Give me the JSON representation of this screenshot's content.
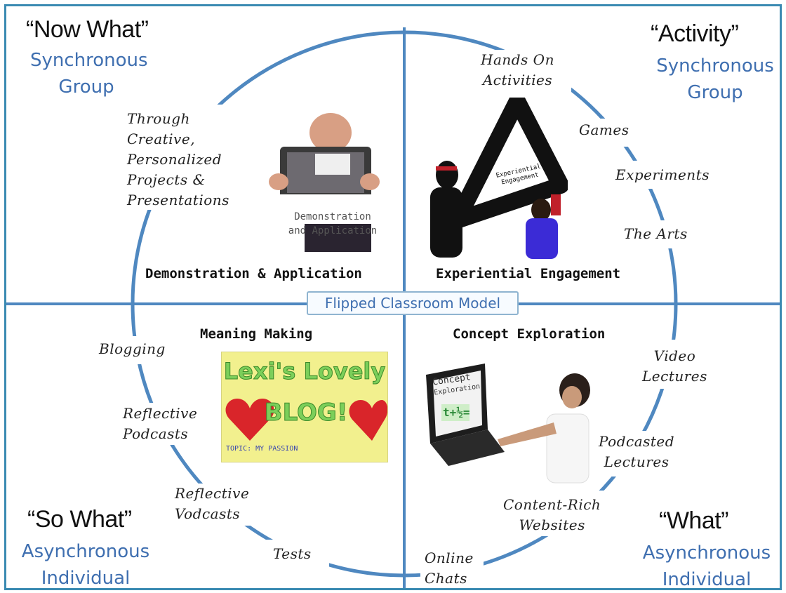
{
  "title": "Flipped Classroom Model",
  "quadrants": {
    "now_what": {
      "quote": "“Now What”",
      "mode_line1": "Synchronous",
      "mode_line2": "Group",
      "phase": "Demonstration & Application",
      "items": [
        "Through",
        "Creative,",
        "Personalized",
        "Projects &",
        "Presentations"
      ],
      "photo_caption": [
        "Demonstration",
        "and Application"
      ]
    },
    "activity": {
      "quote": "“Activity”",
      "mode_line1": "Synchronous",
      "mode_line2": "Group",
      "phase": "Experiential Engagement",
      "items": {
        "hands_on_1": "Hands On",
        "hands_on_2": "Activities",
        "games": "Games",
        "experiments": "Experiments",
        "arts": "The Arts"
      },
      "triangle_label": [
        "Experiential",
        "Engagement"
      ]
    },
    "so_what": {
      "quote": "“So What”",
      "mode_line1": "Asynchronous",
      "mode_line2": "Individual",
      "phase": "Meaning Making",
      "items": {
        "blogging": "Blogging",
        "reflective_podcasts": [
          "Reflective",
          "Podcasts"
        ],
        "reflective_vodcasts": [
          "Reflective",
          "Vodcasts"
        ],
        "tests": "Tests"
      },
      "blog_image": {
        "line1": "Lexi's Lovely",
        "line2": "BLOG!",
        "footer": "TOPIC: MY PASSION"
      }
    },
    "what": {
      "quote": "“What”",
      "mode_line1": "Asynchronous",
      "mode_line2": "Individual",
      "phase": "Concept Exploration",
      "items": {
        "video_lectures": [
          "Video",
          "Lectures"
        ],
        "podcasted_lectures": [
          "Podcasted",
          "Lectures"
        ],
        "content_rich": [
          "Content-Rich",
          "Websites"
        ],
        "online_chats": [
          "Online",
          "Chats"
        ]
      },
      "screen_label": [
        "Concept",
        "Exploration"
      ],
      "screen_formula": "t+½="
    }
  },
  "colors": {
    "accent": "#3f6fb0",
    "circle": "#4f88c0",
    "border": "#3a8ab2"
  }
}
